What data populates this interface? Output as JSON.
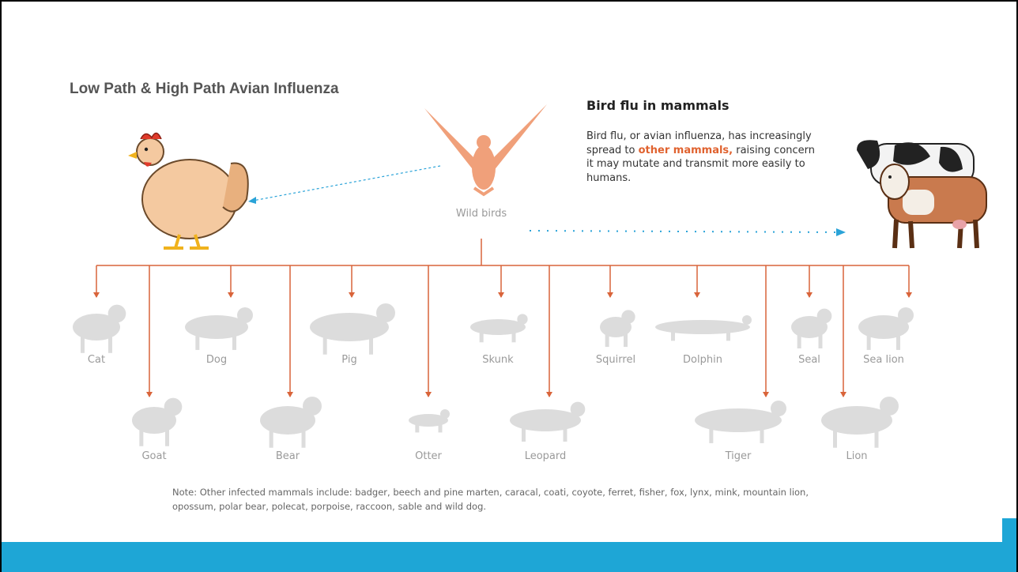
{
  "title": "Low Path & High Path Avian Influenza",
  "info": {
    "heading": "Bird flu in mammals",
    "text_before": "Bird flu, or avian influenza, has increasingly spread to ",
    "highlight": "other mammals,",
    "text_after": " raising concern it may mutate and transmit more easily to humans."
  },
  "source_label": "Wild birds",
  "mammals_top": [
    {
      "name": "Cat"
    },
    {
      "name": "Dog"
    },
    {
      "name": "Pig"
    },
    {
      "name": "Skunk"
    },
    {
      "name": "Squirrel"
    },
    {
      "name": "Dolphin"
    },
    {
      "name": "Seal"
    },
    {
      "name": "Sea lion"
    }
  ],
  "mammals_bottom": [
    {
      "name": "Goat"
    },
    {
      "name": "Bear"
    },
    {
      "name": "Otter"
    },
    {
      "name": "Leopard"
    },
    {
      "name": "Tiger"
    },
    {
      "name": "Lion"
    }
  ],
  "note": "Note: Other infected mammals include: badger, beech and pine marten, caracal, coati, coyote, ferret, fisher, fox, lynx, mink, mountain lion, opossum, polar bear, polecat, porpoise, raccoon, sable and wild dog.",
  "colors": {
    "tree_line": "#d9643a",
    "bird": "#f0a07a",
    "animal": "#dcdcdc",
    "arrow_dotted": "#2aa3d8",
    "footer": "#1ea6d6"
  }
}
